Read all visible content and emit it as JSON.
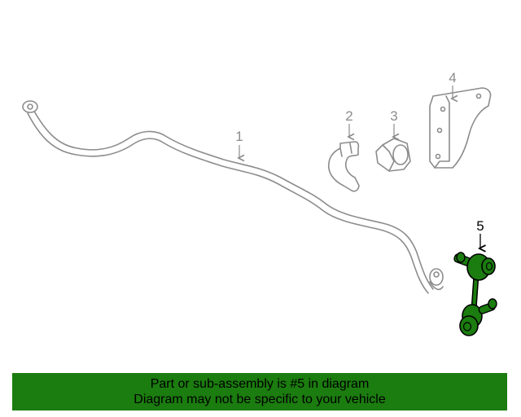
{
  "callouts": [
    {
      "id": "1",
      "label": "1"
    },
    {
      "id": "2",
      "label": "2"
    },
    {
      "id": "3",
      "label": "3"
    },
    {
      "id": "4",
      "label": "4"
    },
    {
      "id": "5",
      "label": "5"
    }
  ],
  "highlighted_part": "5",
  "colors": {
    "highlight": "#1b7c0f",
    "outline": "#8c8c8c",
    "banner_background": "#1b7c0f",
    "banner_text": "#000000"
  },
  "banner": {
    "line1": "Part or sub-assembly is #5 in diagram",
    "line2": "Diagram may not be specific to your vehicle"
  }
}
